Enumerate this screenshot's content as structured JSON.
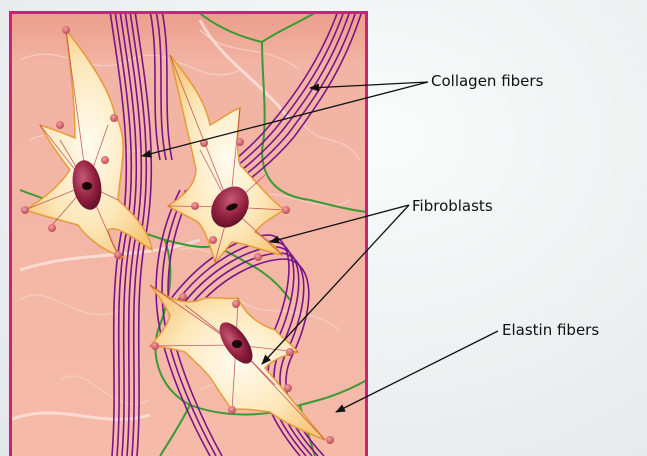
{
  "labels": {
    "collagen": "Collagen fibers",
    "fibroblasts": "Fibroblasts",
    "elastin": "Elastin fibers"
  },
  "colors": {
    "tissue_background": "#f0b0a2",
    "frame_border": "#d01f78",
    "collagen": "#7a1488",
    "elastin": "#2f8f2f",
    "fibroblast_fill": "#fde6b8",
    "fibroblast_outline": "#e8a040",
    "nucleus": "#8a1d3e",
    "process_knob": "#d0606a"
  }
}
